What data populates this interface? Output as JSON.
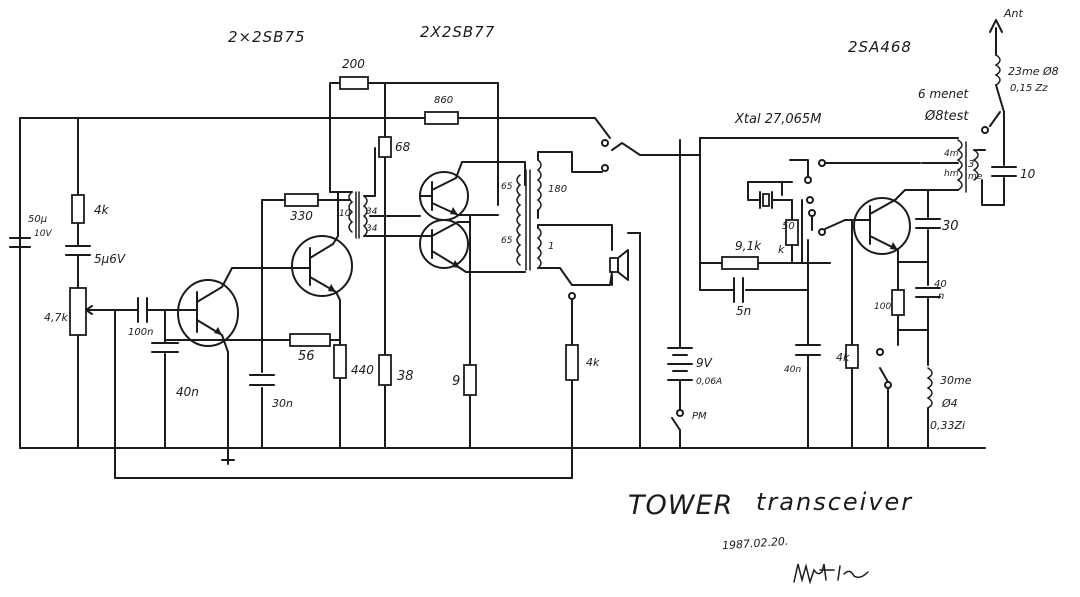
{
  "headers": {
    "t1": "2×2SB75",
    "t2": "2X2SB77",
    "t3": "2SA468",
    "ant": "Ant"
  },
  "title": {
    "main": "TOWER",
    "sub": "transceiver",
    "date": "1987.02.20."
  },
  "labels": {
    "r200": "200",
    "r860": "860",
    "r68": "68",
    "xtal": "Xtal 27,065M",
    "l_23": "23me Ø8",
    "l_015": "0,15 Zz",
    "l_6": "6 menet",
    "l_8test": "Ø8test",
    "c50u": "50μ",
    "c50u_v": "10V",
    "r4k_a": "4k",
    "c5u": "5μ6V",
    "pot": "4,7k",
    "c100n": "100n",
    "c40n_a": "40n",
    "r330": "330",
    "t_10": "10",
    "t_34a": "34",
    "t_34b": "34",
    "c30n": "30n",
    "r56": "56",
    "r440": "440",
    "r38": "38",
    "t_65a": "65",
    "t_180": "180",
    "t_65b": "65",
    "t_1": "1",
    "r9": "9",
    "r4k_b": "4k",
    "b9v": "9V",
    "b_cur": "0,06A",
    "pm": "PM",
    "r9_1k": "9,1k",
    "r9_1k_k": "k",
    "r50": "50",
    "c5n": "5n",
    "c40n_b": "40n",
    "r4k_c": "4k",
    "r100": "100",
    "c40n_c": "40",
    "c40n_c2": "n",
    "c30": "30",
    "c10": "10",
    "l_4m": "4m",
    "l_3": "3",
    "l_me": "me",
    "l_hm": "hm",
    "l_30me": "30me",
    "l_phi4": "Ø4",
    "l_033": "0,33Zi"
  }
}
